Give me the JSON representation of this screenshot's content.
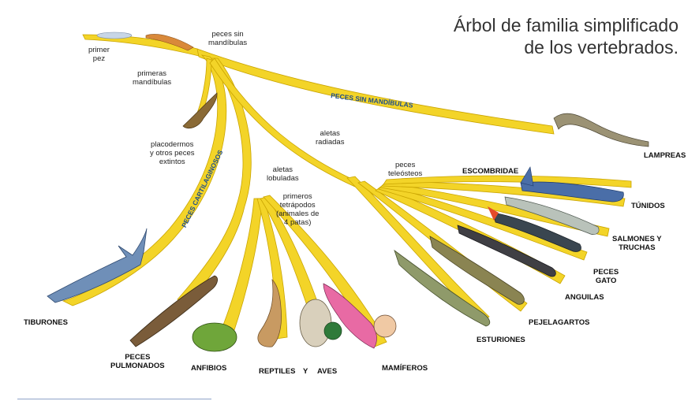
{
  "title_line1": "Árbol de familia simplificado",
  "title_line2": "de los vertebrados.",
  "colors": {
    "branch": "#f4d52a",
    "branch_edge": "#c9a800",
    "label_blue": "#1f4e8a",
    "text": "#222222"
  },
  "labels": {
    "primer_pez": "primer\npez",
    "peces_sin_mandibulas_small": "peces sin\nmandíbulas",
    "primeras_mandibulas": "primeras\nmandíbulas",
    "placodermos": "placodermos\ny otros peces\nextintos",
    "aletas_radiadas": "aletas\nradiadas",
    "peces_teleosteos": "peces\nteleósteos",
    "aletas_lobuladas": "aletas\nlobuladas",
    "primeros_tetrapodos": "primeros\ntetrápodos\n(animales de\n4 patas)"
  },
  "branch_labels": {
    "peces_sin_mandibulas": "PECES SIN MANDÍBULAS",
    "peces_cartilaginosos": "PECES CARTILAGINOSOS"
  },
  "groups": {
    "lampreas": "LAMPREAS",
    "escombridae": "ESCOMBRIDAE",
    "tunidos": "TÚNIDOS",
    "salmones": "SALMONES Y\nTRUCHAS",
    "peces_gato": "PECES\nGATO",
    "anguilas": "ANGUILAS",
    "pejelagartos": "PEJELAGARTOS",
    "esturiones": "ESTURIONES",
    "mamiferos": "MAMÍFEROS",
    "reptiles": "REPTILES",
    "y": "Y",
    "aves": "AVES",
    "anfibios": "ANFIBIOS",
    "peces_pulmonados": "PECES\nPULMONADOS",
    "tiburones": "TIBURONES"
  }
}
